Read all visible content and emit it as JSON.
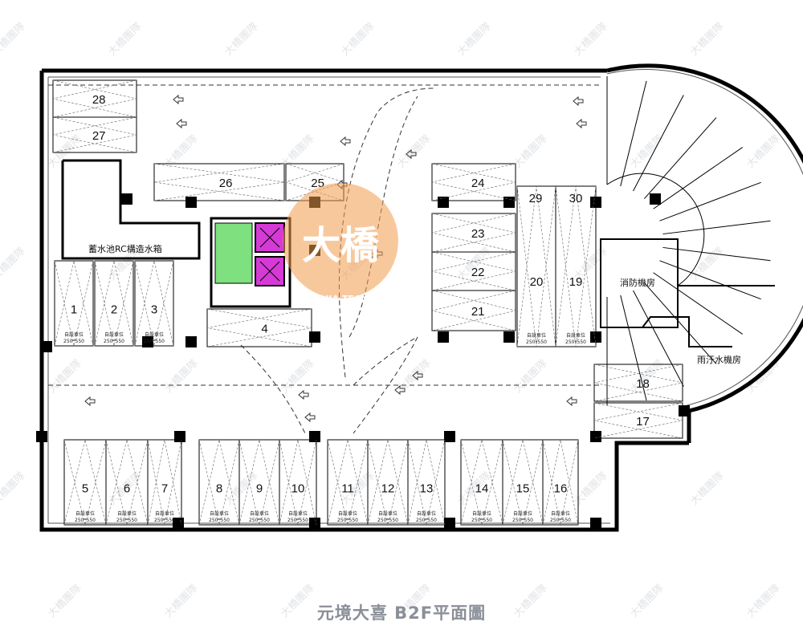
{
  "caption": "元境大喜 B2F平面圖",
  "rooms": {
    "tank": "蓄水池RC構造水箱",
    "fire": "消防機房",
    "sewage": "雨汙水機房"
  },
  "spec_size": "250*550",
  "spec_label": "自設車位",
  "logo": {
    "big": "大橋",
    "small": "DAJIA TEAM",
    "color": "#f39a4c"
  },
  "watermark": "大橋團隊",
  "spaces": [
    {
      "num": "1"
    },
    {
      "num": "2"
    },
    {
      "num": "3"
    },
    {
      "num": "4"
    },
    {
      "num": "5"
    },
    {
      "num": "6"
    },
    {
      "num": "7"
    },
    {
      "num": "8"
    },
    {
      "num": "9"
    },
    {
      "num": "10"
    },
    {
      "num": "11"
    },
    {
      "num": "12"
    },
    {
      "num": "13"
    },
    {
      "num": "14"
    },
    {
      "num": "15"
    },
    {
      "num": "16"
    },
    {
      "num": "17"
    },
    {
      "num": "18"
    },
    {
      "num": "19"
    },
    {
      "num": "20"
    },
    {
      "num": "21"
    },
    {
      "num": "22"
    },
    {
      "num": "23"
    },
    {
      "num": "24"
    },
    {
      "num": "25"
    },
    {
      "num": "26"
    },
    {
      "num": "27"
    },
    {
      "num": "28"
    },
    {
      "num": "29"
    },
    {
      "num": "30"
    }
  ],
  "colors": {
    "stair": "#7ee07e",
    "elevator": "#d63ad6"
  }
}
